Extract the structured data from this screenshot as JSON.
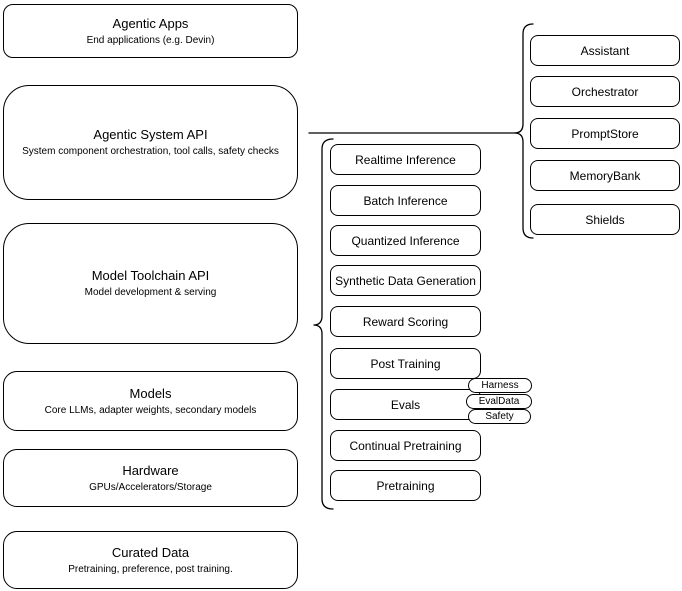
{
  "diagram": {
    "stack": [
      {
        "title": "Agentic Apps",
        "subtitle": "End applications (e.g. Devin)"
      },
      {
        "title": "Agentic System API",
        "subtitle": "System component orchestration, tool calls, safety checks"
      },
      {
        "title": "Model Toolchain API",
        "subtitle": "Model development & serving"
      },
      {
        "title": "Models",
        "subtitle": "Core LLMs, adapter weights, secondary models"
      },
      {
        "title": "Hardware",
        "subtitle": "GPUs/Accelerators/Storage"
      },
      {
        "title": "Curated Data",
        "subtitle": "Pretraining, preference, post training."
      }
    ],
    "toolchain_components": [
      "Realtime Inference",
      "Batch Inference",
      "Quantized Inference",
      "Synthetic Data Generation",
      "Reward Scoring",
      "Post Training",
      "Evals",
      "Continual Pretraining",
      "Pretraining"
    ],
    "evals_tags": [
      "Harness",
      "EvalData",
      "Safety"
    ],
    "system_components": [
      "Assistant",
      "Orchestrator",
      "PromptStore",
      "MemoryBank",
      "Shields"
    ],
    "colors": {
      "stroke": "#000000",
      "fill": "#ffffff",
      "text": "#000000",
      "background": "#ffffff"
    }
  }
}
